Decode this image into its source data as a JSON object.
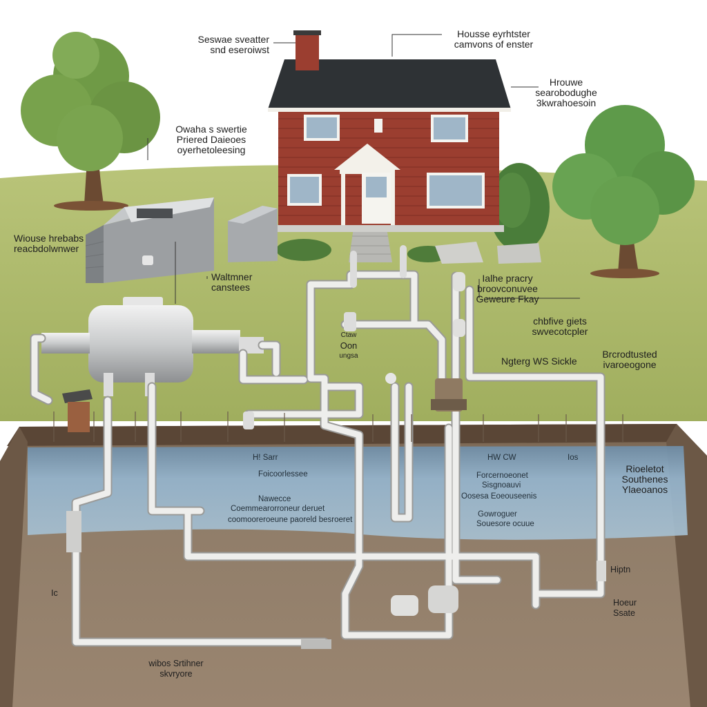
{
  "colors": {
    "sky": "#ffffff",
    "lawn": "#a9b866",
    "soil": "#8a7864",
    "soil_dark": "#5a4636",
    "water": "#8fb1cc",
    "house_siding": "#9b3e30",
    "roof": "#2e3235",
    "pipe": "#e8e8e6",
    "tree_foliage": "#6e9a45"
  },
  "icons": [
    "tree-icon",
    "house-icon",
    "chimney-icon",
    "tank-icon",
    "pump-icon",
    "valve-icon",
    "pipe-icon"
  ],
  "labels": {
    "top_left": [
      "Seswae sveatter",
      "snd eseroiwst"
    ],
    "top_right": [
      "Housse eyrhtster",
      "camvons of enster"
    ],
    "roof_right": [
      "Hrouwe",
      "searobodughe",
      "3kwrahoesoin"
    ],
    "tree_left": [
      "Owaha s swertie",
      "Priered Daieoes",
      "oyerhetoleesing"
    ],
    "left_mid": [
      "Wiouse hrebabs",
      "reacbdolwnwer"
    ],
    "vault": [
      "Waltmner",
      "canstees"
    ],
    "center_ditch": [
      "Ctaw",
      "Oon",
      "ungsa"
    ],
    "right_pipe": [
      "Ialhe pracry",
      "broovconuvee",
      "Geweure Fkay"
    ],
    "right_far": [
      "chbfive giets",
      "swvecotcpler"
    ],
    "mid_right": "Ngterg WS Sickle",
    "far_right": [
      "Brcrodtusted",
      "ivaroeogone"
    ],
    "water_a": "H! Sarr",
    "water_b": "Foicoorlessee",
    "water_c": "Nawecce",
    "water_d": "Coemmearorroneur deruet",
    "water_e": "coomooreroeune paoreld besroeret",
    "water_f": "HW CW",
    "water_g": "Forcernoeonet",
    "water_h": "Sisgnoauvi",
    "water_i": "Oosesa Eoeouseenis",
    "water_j": "Gowroguer",
    "water_k": "Souesore ocuue",
    "water_l": "Ios",
    "right_soil": [
      "Rioeletot",
      "Southenes",
      "Ylaeoanos"
    ],
    "right_lower": "Hiptn",
    "right_bottom": [
      "Hoeur",
      "Ssate"
    ],
    "left_bottom": "Ic",
    "bottom": [
      "wibos Srtihner",
      "skvryore"
    ]
  }
}
